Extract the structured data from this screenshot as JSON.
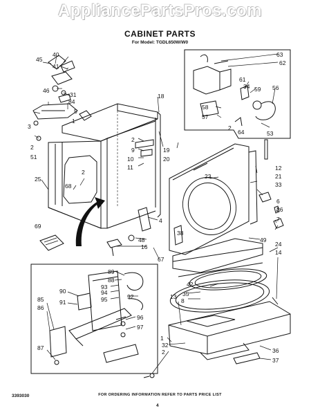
{
  "watermark": "AppliancePartsPros.com",
  "title": "CABINET PARTS",
  "subtitle": "For Model: TGDL650W/W0",
  "footer": {
    "doc_number": "3393030",
    "ordering_note": "FOR ORDERING INFORMATION REFER TO PARTS PRICE LIST",
    "page": "4"
  },
  "callouts": [
    "45",
    "40",
    "41",
    "46",
    "31",
    "84",
    "5",
    "1",
    "3",
    "2",
    "51",
    "18",
    "2",
    "9",
    "10",
    "11",
    "19",
    "20",
    "25",
    "68",
    "2",
    "69",
    "48",
    "16",
    "4",
    "67",
    "63",
    "62",
    "61",
    "34",
    "59",
    "56",
    "58",
    "57",
    "64",
    "2",
    "53",
    "23",
    "38",
    "12",
    "21",
    "33",
    "6",
    "26",
    "7",
    "49",
    "24",
    "14",
    "89",
    "88",
    "93",
    "94",
    "95",
    "92",
    "90",
    "91",
    "85",
    "86",
    "87",
    "96",
    "97",
    "13",
    "35",
    "8",
    "42",
    "1",
    "32",
    "2",
    "36",
    "37"
  ]
}
